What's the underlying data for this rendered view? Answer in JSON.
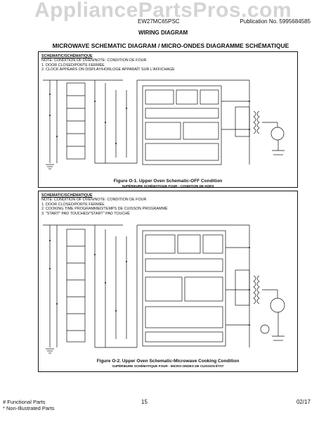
{
  "watermark": "AppliancePartsPros.com",
  "header": {
    "model": "EW27MC65PSC",
    "publication": "Publication No. 5995684585",
    "section": "WIRING DIAGRAM"
  },
  "page_title": "MICROWAVE SCHEMATIC DIAGRAM / MICRO-ONDES DIAGRAMME SCHÉMATIQUE",
  "figure1": {
    "heading": "SCHEMATIC/SCHÉMATIQUE",
    "notes": [
      "NOTE: CONDITION OF OVEN/NOTE: CONDITION DE FOUR",
      "1.  DOOR CLOSED/PORTE FERMÉE",
      "2.  CLOCK APPEARS ON DISPLAY/HORLOGE APPARAÎT SUR L'AFFICHAGE"
    ],
    "caption": "Figure O-1. Upper Oven Schematic-OFF Condition",
    "caption_sub": "SUPÉRIEURE SCHÉMATIQUE FOUR - CONDITION DE HORS"
  },
  "figure2": {
    "heading": "SCHEMATIC/SCHÉMATIQUE",
    "notes": [
      "NOTE: CONDITION OF OVEN/NOTE: CONDITION DE FOUR",
      "1.  DOOR CLOSED/PORTE FERMÉE",
      "2.  COOKING TIME PROGRAMMED/TEMPS DE CUISSON PROGRAMMÉ",
      "3.  \"START\" PAD TOUCHED/\"START\" PAD TOUCHÉ"
    ],
    "caption": "Figure O-2. Upper Oven Schematic-Microwave Cooking Condition",
    "caption_sub": "SUPÉRIEURE SCHÉMATIQUE FOUR - MICRO-ONDES DE CUISSON ÉTAT"
  },
  "footer": {
    "legend": [
      "# Functional Parts",
      "* Non-Illustrated Parts"
    ],
    "page": "15",
    "date": "02/17"
  }
}
